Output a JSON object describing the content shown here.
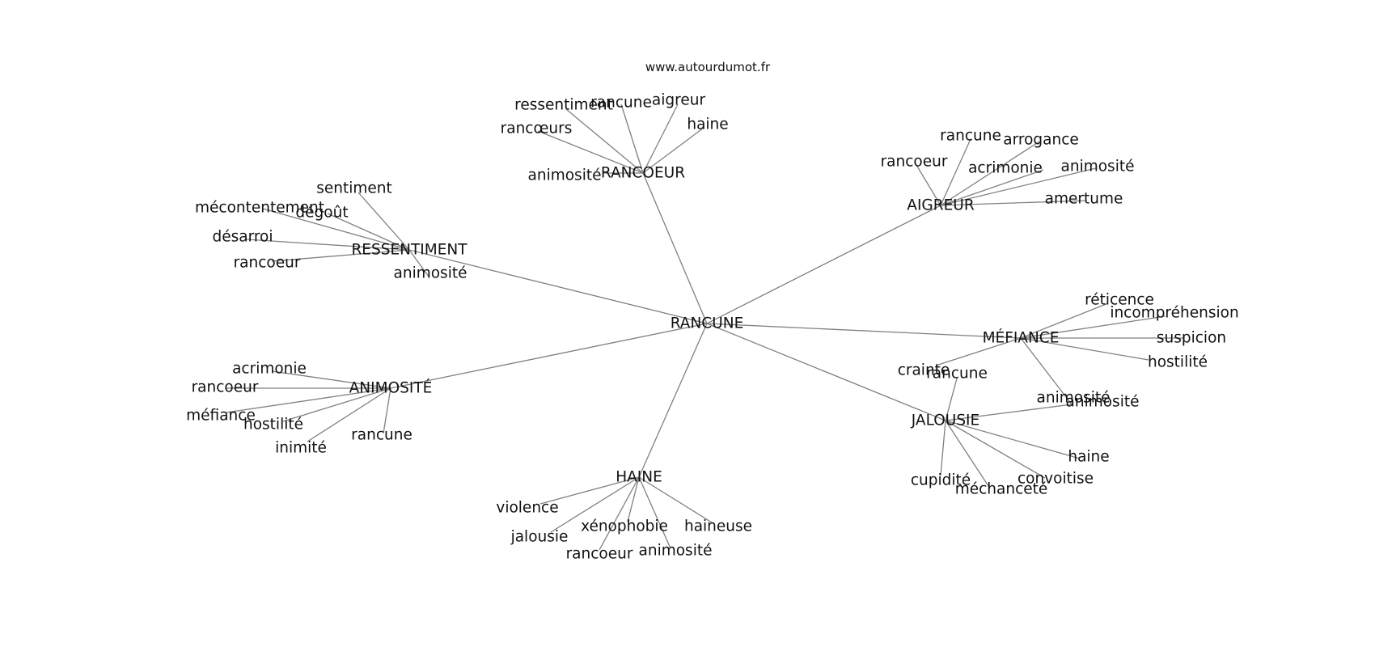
{
  "source_label": "www.autourdumot.fr",
  "center": "RANCUNE",
  "groups": [
    {
      "hub": "RANCOEUR",
      "leaves": [
        "ressentiment",
        "rancune",
        "aigreur",
        "haine",
        "rancœurs",
        "animosité"
      ]
    },
    {
      "hub": "AIGREUR",
      "leaves": [
        "rancune",
        "arrogance",
        "rancoeur",
        "acrimonie",
        "animosité",
        "amertume"
      ]
    },
    {
      "hub": "RESSENTIMENT",
      "leaves": [
        "sentiment",
        "mécontentement",
        "dégoût",
        "désarroi",
        "rancoeur",
        "animosité"
      ]
    },
    {
      "hub": "MÉFIANCE",
      "leaves": [
        "réticence",
        "incompréhension",
        "suspicion",
        "hostilité",
        "crainte",
        "animosité"
      ]
    },
    {
      "hub": "ANIMOSITÉ",
      "leaves": [
        "acrimonie",
        "rancoeur",
        "méfiance",
        "hostilité",
        "inimité",
        "rancune"
      ]
    },
    {
      "hub": "JALOUSIE",
      "leaves": [
        "rancune",
        "animosité",
        "haine",
        "convoitise",
        "méchanceté",
        "cupidité"
      ]
    },
    {
      "hub": "HAINE",
      "leaves": [
        "violence",
        "jalousie",
        "xénophobie",
        "haineuse",
        "rancoeur",
        "animosité"
      ]
    }
  ]
}
